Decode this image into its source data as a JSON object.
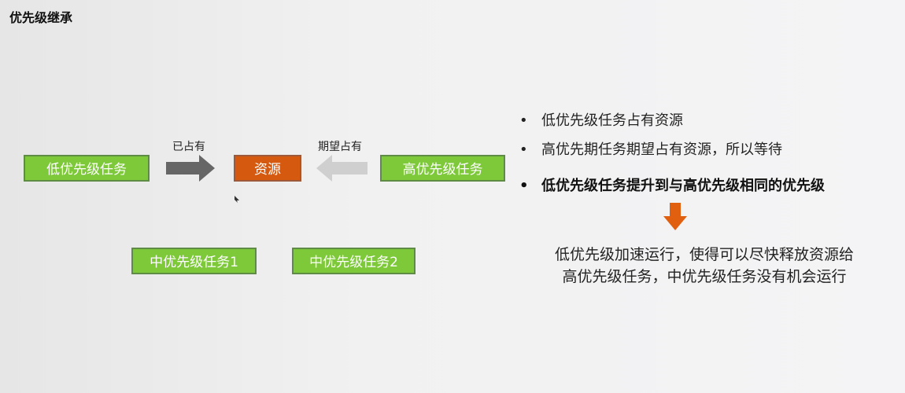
{
  "title": "优先级继承",
  "diagram": {
    "low_task": "低优先级任务",
    "resource": "资源",
    "high_task": "高优先级任务",
    "mid_task_1": "中优先级任务1",
    "mid_task_2": "中优先级任务2",
    "occupied_label": "已占有",
    "expect_label": "期望占有"
  },
  "bullets": [
    {
      "text": "低优先级任务占有资源",
      "bold": false
    },
    {
      "text": "高优先期任务期望占有资源，所以等待",
      "bold": false
    },
    {
      "text": "低优先级任务提升到与高优先级相同的优先级",
      "bold": true
    }
  ],
  "conclusion": [
    "低优先级加速运行，使得可以尽快释放资源给",
    "高优先级任务，中优先级任务没有机会运行"
  ],
  "colors": {
    "green": "#7dc93a",
    "orange": "#d55a10",
    "dark_arrow": "#666666",
    "light_arrow": "#cccccc"
  }
}
